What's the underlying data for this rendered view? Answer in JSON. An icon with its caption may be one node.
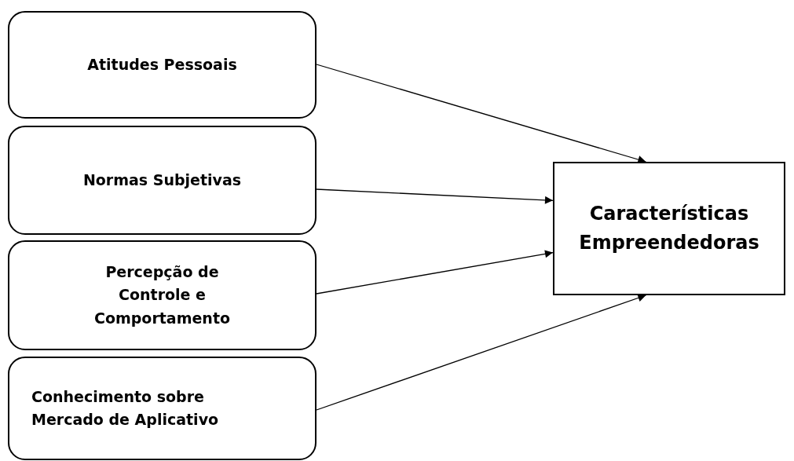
{
  "diagram": {
    "nodes": [
      {
        "text": [
          "Atitudes Pessoais"
        ]
      },
      {
        "text": [
          "Normas Subjetivas"
        ]
      },
      {
        "text": [
          "Percepção de Controle e Comportamento"
        ]
      },
      {
        "text": [
          "Conhecimento sobre Mercado de Aplicativo"
        ]
      },
      {
        "text": [
          "Características Empreendedoras"
        ]
      }
    ],
    "edges": [
      {
        "from": 0,
        "to": 4,
        "arrow": "to"
      },
      {
        "from": 1,
        "to": 4,
        "arrow": "to"
      },
      {
        "from": 2,
        "to": 4,
        "arrow": "to"
      },
      {
        "from": 3,
        "to": 4,
        "arrow": "to"
      }
    ]
  }
}
